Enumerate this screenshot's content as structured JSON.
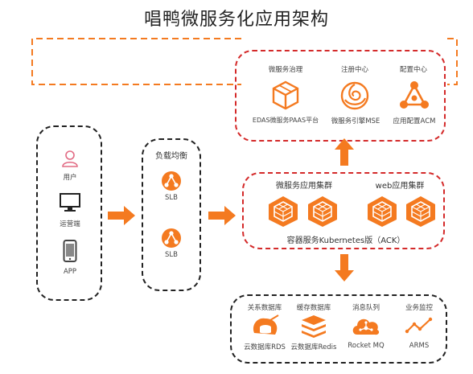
{
  "title": "唱鸭微服务化应用架构",
  "colors": {
    "orange": "#f47a20",
    "red_dash": "#d42a2a",
    "black_dash": "#222222",
    "pink_user": "#e26b84"
  },
  "clients": [
    {
      "label": "用户",
      "icon": "user-icon"
    },
    {
      "label": "运营端",
      "icon": "monitor-icon"
    },
    {
      "label": "APP",
      "icon": "phone-icon"
    }
  ],
  "load_balancer": {
    "title": "负载均衡",
    "nodes": [
      {
        "label": "SLB"
      },
      {
        "label": "SLB"
      }
    ]
  },
  "services": [
    {
      "title": "微服务治理",
      "caption": "EDAS微服务PAAS平台",
      "icon": "cube-icon"
    },
    {
      "title": "注册中心",
      "caption": "微服务引擎MSE",
      "icon": "swirl-icon"
    },
    {
      "title": "配置中心",
      "caption": "应用配置ACM",
      "icon": "config-icon"
    }
  ],
  "cluster": {
    "micro_title": "微服务应用集群",
    "web_title": "web应用集群",
    "caption": "容器服务Kubernetes版（ACK）"
  },
  "datastores": [
    {
      "title": "关系数据库",
      "caption": "云数据库RDS",
      "icon": "database-icon"
    },
    {
      "title": "缓存数据库",
      "caption": "云数据库Redis",
      "icon": "stack-icon"
    },
    {
      "title": "消息队列",
      "caption": "Rocket MQ",
      "icon": "cloud-mq-icon"
    },
    {
      "title": "业务监控",
      "caption": "ARMS",
      "icon": "monitor-line-icon"
    }
  ]
}
